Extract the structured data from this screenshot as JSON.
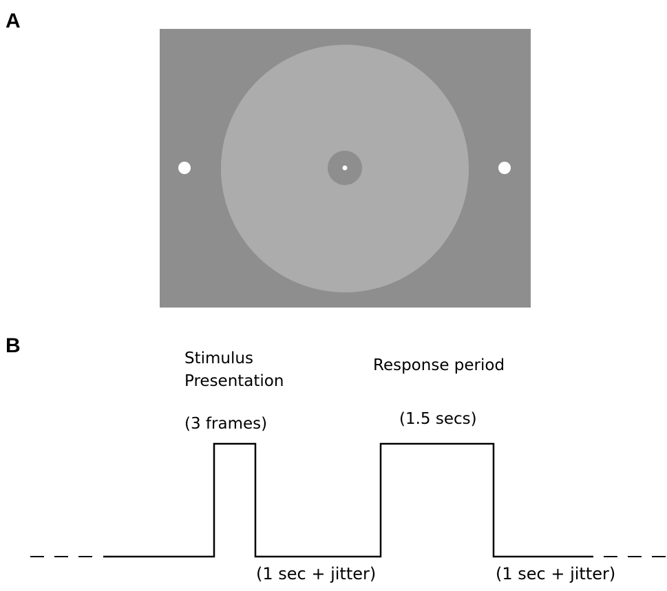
{
  "panels": {
    "a_label": "A",
    "b_label": "B"
  },
  "stimulus_display": {
    "background_color": "#8e8e8e",
    "disc_color": "#acacac",
    "fixation_annulus_color": "#8e8e8e",
    "fixation_dot_color": "#ffffff",
    "side_marker_color": "#ffffff"
  },
  "timeline": {
    "stimulus_label_line1": "Stimulus",
    "stimulus_label_line2": "Presentation",
    "stimulus_duration": "(3 frames)",
    "response_label": "Response period",
    "response_duration": "(1.5 secs)",
    "interval_1": "(1 sec + jitter)",
    "interval_2": "(1 sec + jitter)",
    "line_color": "#000000"
  }
}
